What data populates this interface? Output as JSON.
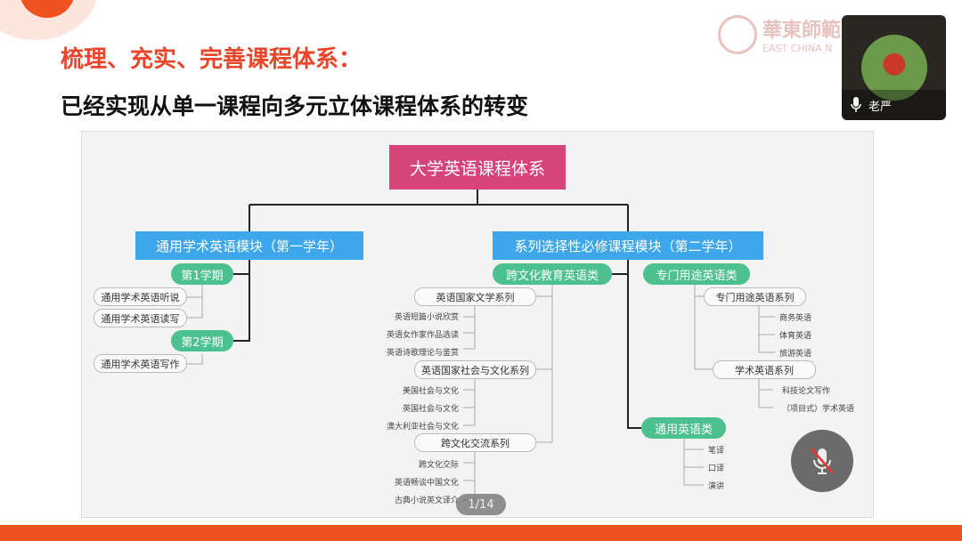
{
  "slide": {
    "title": "梳理、充实、完善课程体系：",
    "subtitle": "已经实现从单一课程向多元立体课程体系的转变",
    "logo": {
      "cn": "華東師範",
      "en": "EAST CHINA N"
    }
  },
  "diagram": {
    "root": "大学英语课程体系",
    "left": {
      "label": "通用学术英语模块（第一学年）",
      "terms": [
        {
          "label": "第1学期",
          "items": [
            "通用学术英语听说",
            "通用学术英语读写"
          ]
        },
        {
          "label": "第2学期",
          "items": [
            "通用学术英语写作"
          ]
        }
      ]
    },
    "right": {
      "label": "系列选择性必修课程模块（第二学年）",
      "cross": {
        "label": "跨文化教育英语类",
        "series": [
          {
            "label": "英语国家文学系列",
            "items": [
              "英语短篇小说欣赏",
              "英语女作家作品选读",
              "英语诗歌理论与鉴赏"
            ]
          },
          {
            "label": "英语国家社会与文化系列",
            "items": [
              "美国社会与文化",
              "英国社会与文化",
              "澳大利亚社会与文化"
            ]
          },
          {
            "label": "跨文化交流系列",
            "items": [
              "跨文化交际",
              "英语畅谈中国文化",
              "古典小说英文译介"
            ]
          }
        ]
      },
      "esp": {
        "label": "专门用途英语类",
        "series": [
          {
            "label": "专门用途英语系列",
            "items": [
              "商务英语",
              "体育英语",
              "旅游英语"
            ]
          },
          {
            "label": "学术英语系列",
            "items": [
              "科技论文写作",
              "（项目式）学术英语"
            ]
          }
        ]
      },
      "general": {
        "label": "通用英语类",
        "items": [
          "笔译",
          "口译",
          "演讲"
        ]
      }
    }
  },
  "meeting": {
    "page_indicator": "1/14",
    "participant_name": "老严"
  },
  "colors": {
    "accent": "#f0521e",
    "root": "#d6447a",
    "module": "#3ea6ea",
    "category": "#4cc08e"
  }
}
